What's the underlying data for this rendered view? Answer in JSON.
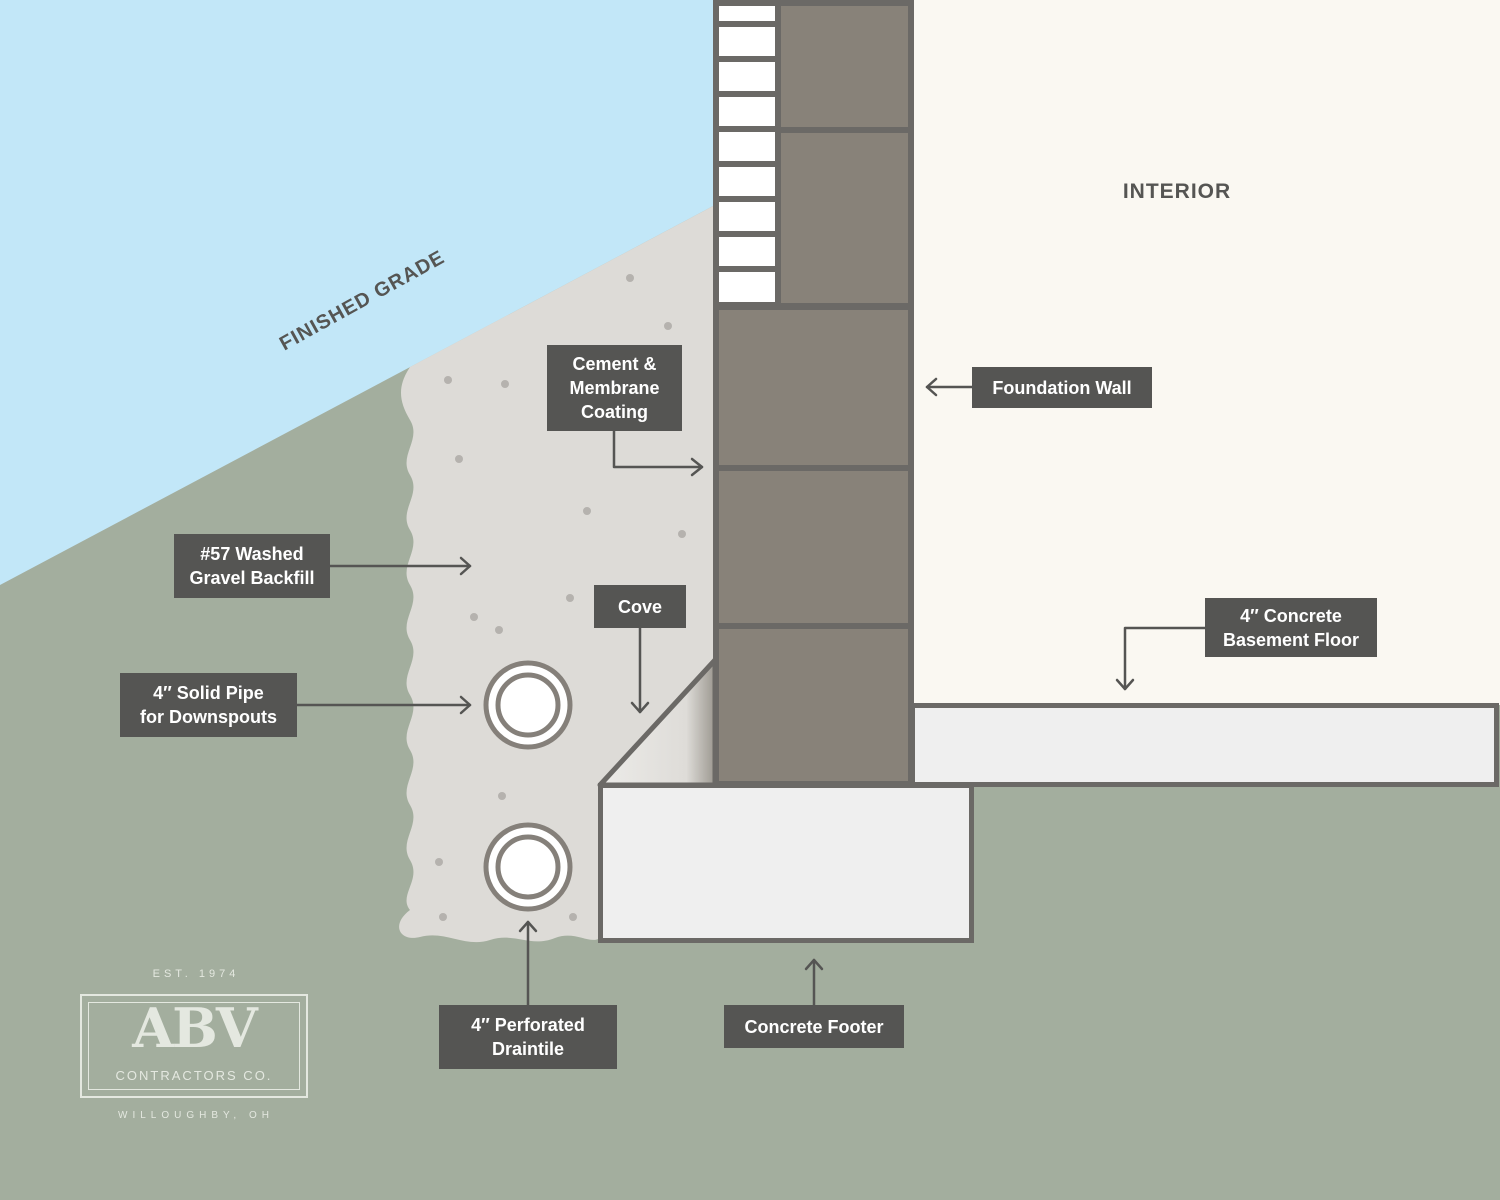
{
  "diagram": {
    "interior_label": "INTERIOR",
    "finished_grade_label": "FINISHED GRADE",
    "callouts": {
      "cement_membrane": [
        "Cement &",
        "Membrane",
        "Coating"
      ],
      "foundation_wall": [
        "Foundation Wall"
      ],
      "washed_gravel": [
        "#57 Washed",
        "Gravel Backfill"
      ],
      "cove": [
        "Cove"
      ],
      "solid_pipe": [
        "4″ Solid Pipe",
        "for Downspouts"
      ],
      "basement_floor": [
        "4″ Concrete",
        "Basement Floor"
      ],
      "draintile": [
        "4″ Perforated",
        "Draintile"
      ],
      "footer": [
        "Concrete Footer"
      ]
    }
  },
  "logo": {
    "established": "EST. 1974",
    "mark": "ABV",
    "company": "CONTRACTORS CO.",
    "location": "WILLOUGHBY, OH"
  },
  "colors": {
    "sky": "#c2e7f8",
    "soil": "#a3ae9e",
    "gravel": "#dddbd7",
    "interior": "#faf8f2",
    "block": "#888279",
    "outline": "#6b6966",
    "concrete": "#efefef",
    "label_bg": "#555553"
  }
}
